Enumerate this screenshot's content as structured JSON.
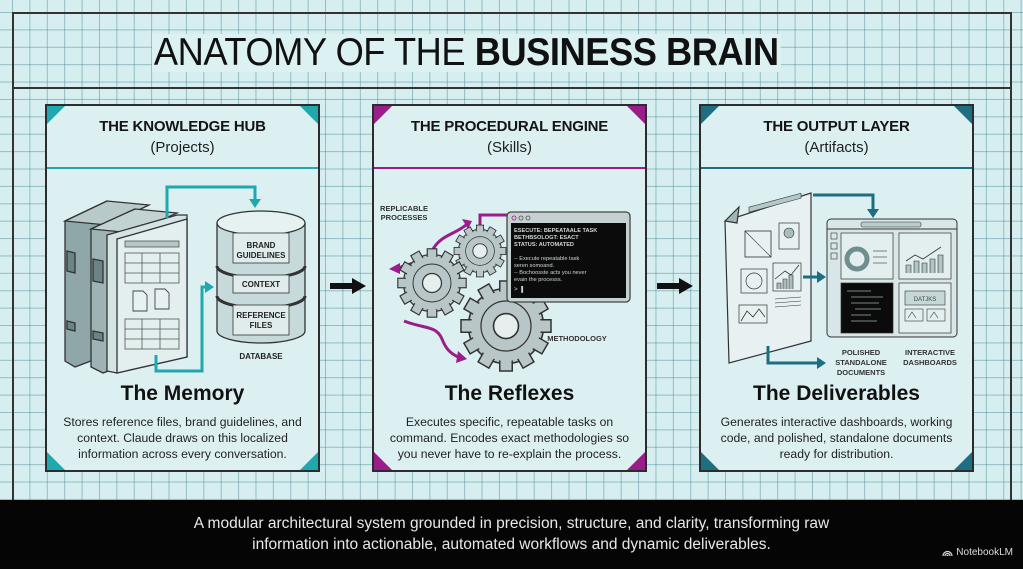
{
  "title": {
    "regular": "ANATOMY OF THE ",
    "bold": "BUSINESS BRAIN"
  },
  "colors": {
    "teal": "#1fa9ae",
    "magenta": "#9b1c8b",
    "darkteal": "#1c6e80",
    "grid_bg": "#d6eef0",
    "panel_bg": "#dcf0f2"
  },
  "panels": [
    {
      "title": "THE KNOWLEDGE HUB",
      "subtitle": "(Projects)",
      "heading": "The Memory",
      "description": "Stores reference files, brand guidelines, and context. Claude draws on this localized information across every conversation.",
      "labels": {
        "db_segment_1": "BRAND",
        "db_segment_1b": "GUIDELINES",
        "db_segment_2": "CONTEXT",
        "db_segment_3": "REFERENCE",
        "db_segment_3b": "FILES",
        "db_caption": "DATABASE"
      }
    },
    {
      "title": "THE PROCEDURAL ENGINE",
      "subtitle": "(Skills)",
      "heading": "The Reflexes",
      "description": "Executes specific, repeatable tasks on command. Encodes exact methodologies so you never have to re-explain the process.",
      "labels": {
        "replicable_1": "REPLICABLE",
        "replicable_2": "PROCESSES",
        "methodology": "METHODOLOGY"
      },
      "terminal": {
        "lines": [
          "ESECUTE: BEPEATAALE TASK",
          "BETHBSOLOGT: ESACT",
          "STATUS: AUTOMATED",
          "",
          "-- Execute repeatable task",
          "seren somoand.",
          "-- Bochoosste acts you never",
          "evain the processs."
        ],
        "prompt": "> ▌"
      }
    },
    {
      "title": "THE OUTPUT LAYER",
      "subtitle": "(Artifacts)",
      "heading": "The Deliverables",
      "description": "Generates interactive dashboards, working code, and polished, standalone documents ready for distribution.",
      "labels": {
        "docs_1": "POLISHED",
        "docs_2": "STANDALONE",
        "docs_3": "DOCUMENTS",
        "dash_1": "INTERACTIVE",
        "dash_2": "DASHBOARDS",
        "dash_widget": "DATJKS"
      }
    }
  ],
  "caption": {
    "line1": "A modular architectural system grounded in precision, structure, and clarity, transforming raw",
    "line2": "information into actionable, automated workflows and dynamic deliverables."
  },
  "brand": {
    "icon": "notebooklm-logo-icon",
    "name": "NotebookLM"
  }
}
